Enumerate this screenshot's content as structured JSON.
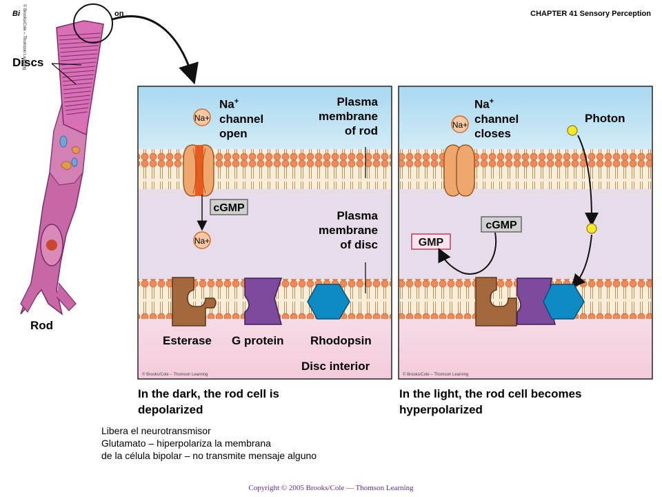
{
  "header": {
    "left_fragment_1": "Bi",
    "left_fragment_2": "on",
    "chapter": "CHAPTER 41 Sensory Perception",
    "vertical_credit": "© Brooks/Cole – Thomson Learning"
  },
  "rod": {
    "discs_label": "Discs",
    "rod_label": "Rod"
  },
  "dark_panel": {
    "na_label": "Na",
    "na_plus": "+",
    "na_line2": "channel",
    "na_line3": "open",
    "plasma_rod": [
      "Plasma",
      "membrane",
      "of rod"
    ],
    "plasma_disc": [
      "Plasma",
      "membrane",
      "of disc"
    ],
    "cgmp": "cGMP",
    "ion": "Na+",
    "esterase": "Esterase",
    "gprotein": "G protein",
    "rhodopsin": "Rhodopsin",
    "disc_interior": "Disc interior",
    "credit": "© Brooks/Cole – Thomson Learning",
    "caption": [
      "In the dark, the rod cell is",
      "depolarized"
    ]
  },
  "light_panel": {
    "na_label": "Na",
    "na_plus": "+",
    "na_line2": "channel",
    "na_line3": "closes",
    "photon": "Photon",
    "cgmp": "cGMP",
    "gmp": "GMP",
    "ion": "Na+",
    "credit": "© Brooks/Cole – Thomson Learning",
    "caption": [
      "In the light, the rod cell becomes",
      "hyperpolarized"
    ]
  },
  "notes": [
    "Libera el neurotransmisor",
    "Glutamato – hiperpolariza la membrana",
    "de la célula bipolar – no transmite mensaje alguno"
  ],
  "footer": {
    "copyright": "Copyright © 2005 Brooks/Cole — Thomson Learning"
  }
}
